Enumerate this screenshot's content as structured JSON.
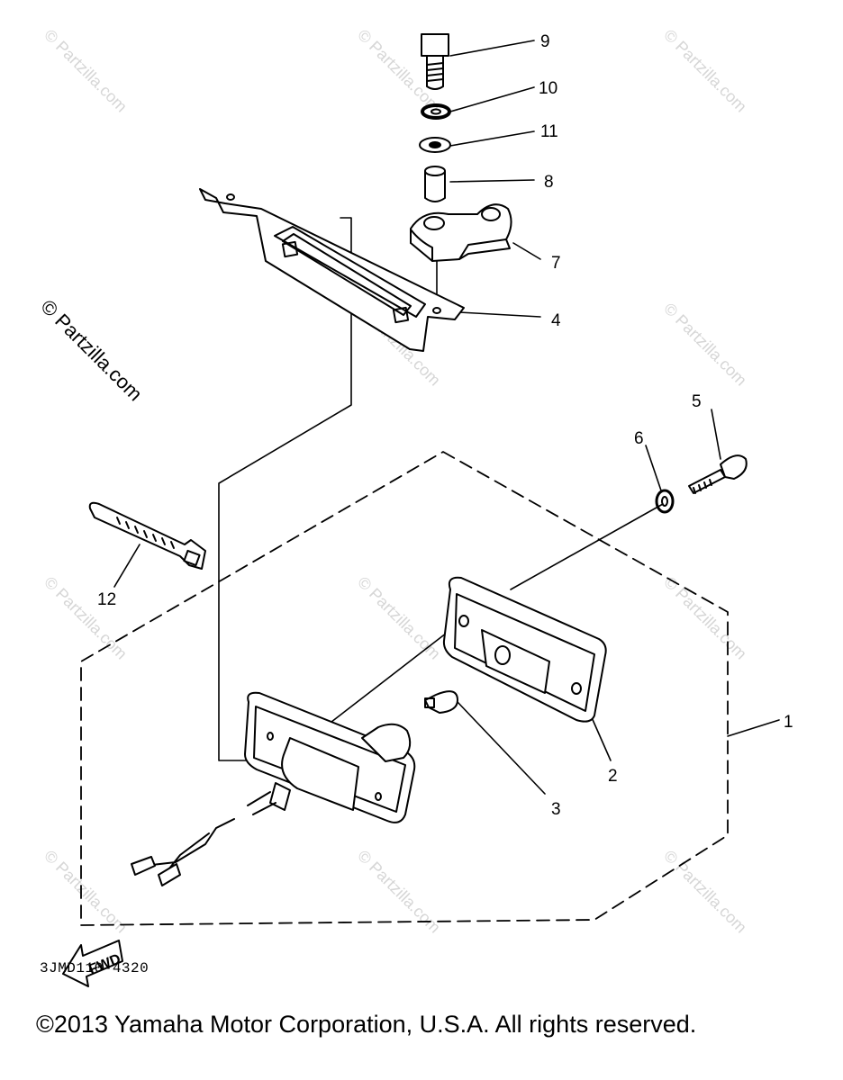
{
  "part_labels": {
    "p1": "1",
    "p2": "2",
    "p3": "3",
    "p4": "4",
    "p5": "5",
    "p6": "6",
    "p7": "7",
    "p8": "8",
    "p9": "9",
    "p10": "10",
    "p11": "11",
    "p12": "12"
  },
  "fwd_label": "FWD",
  "watermark_text": "© Partzilla.com",
  "diagram_code": "3JMD110-4320",
  "copyright": "©2013 Yamaha Motor Corporation, U.S.A. All rights reserved."
}
